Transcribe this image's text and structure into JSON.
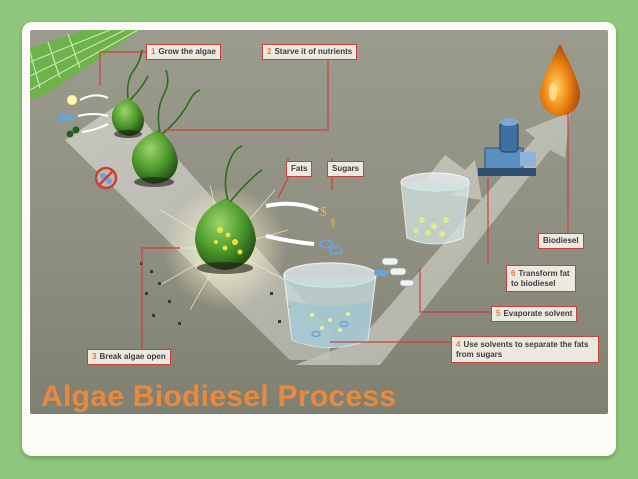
{
  "slide": {
    "title": "Algae Biodiesel Process"
  },
  "diagram": {
    "steps": [
      {
        "num": "1",
        "text": "Grow the algae"
      },
      {
        "num": "2",
        "text": "Starve it of nutrients"
      },
      {
        "num": "3",
        "text": "Break algae open"
      },
      {
        "num": "4",
        "text": "Use solvents to separate the fats from sugars"
      },
      {
        "num": "5",
        "text": "Evaporate solvent"
      },
      {
        "num": "6",
        "text": "Transform fat to biodiesel"
      }
    ],
    "labels": {
      "fats": "Fats",
      "sugars": "Sugars",
      "biodiesel": "Biodiesel"
    }
  },
  "colors": {
    "background": "#8fc77d",
    "slide": "#fbfbf8",
    "title": "#e88a3d",
    "label_border": "#c9403c",
    "step_number": "#e07a3c",
    "algae": "#4d9a2c",
    "biodiesel_drop": "#f08a17"
  }
}
